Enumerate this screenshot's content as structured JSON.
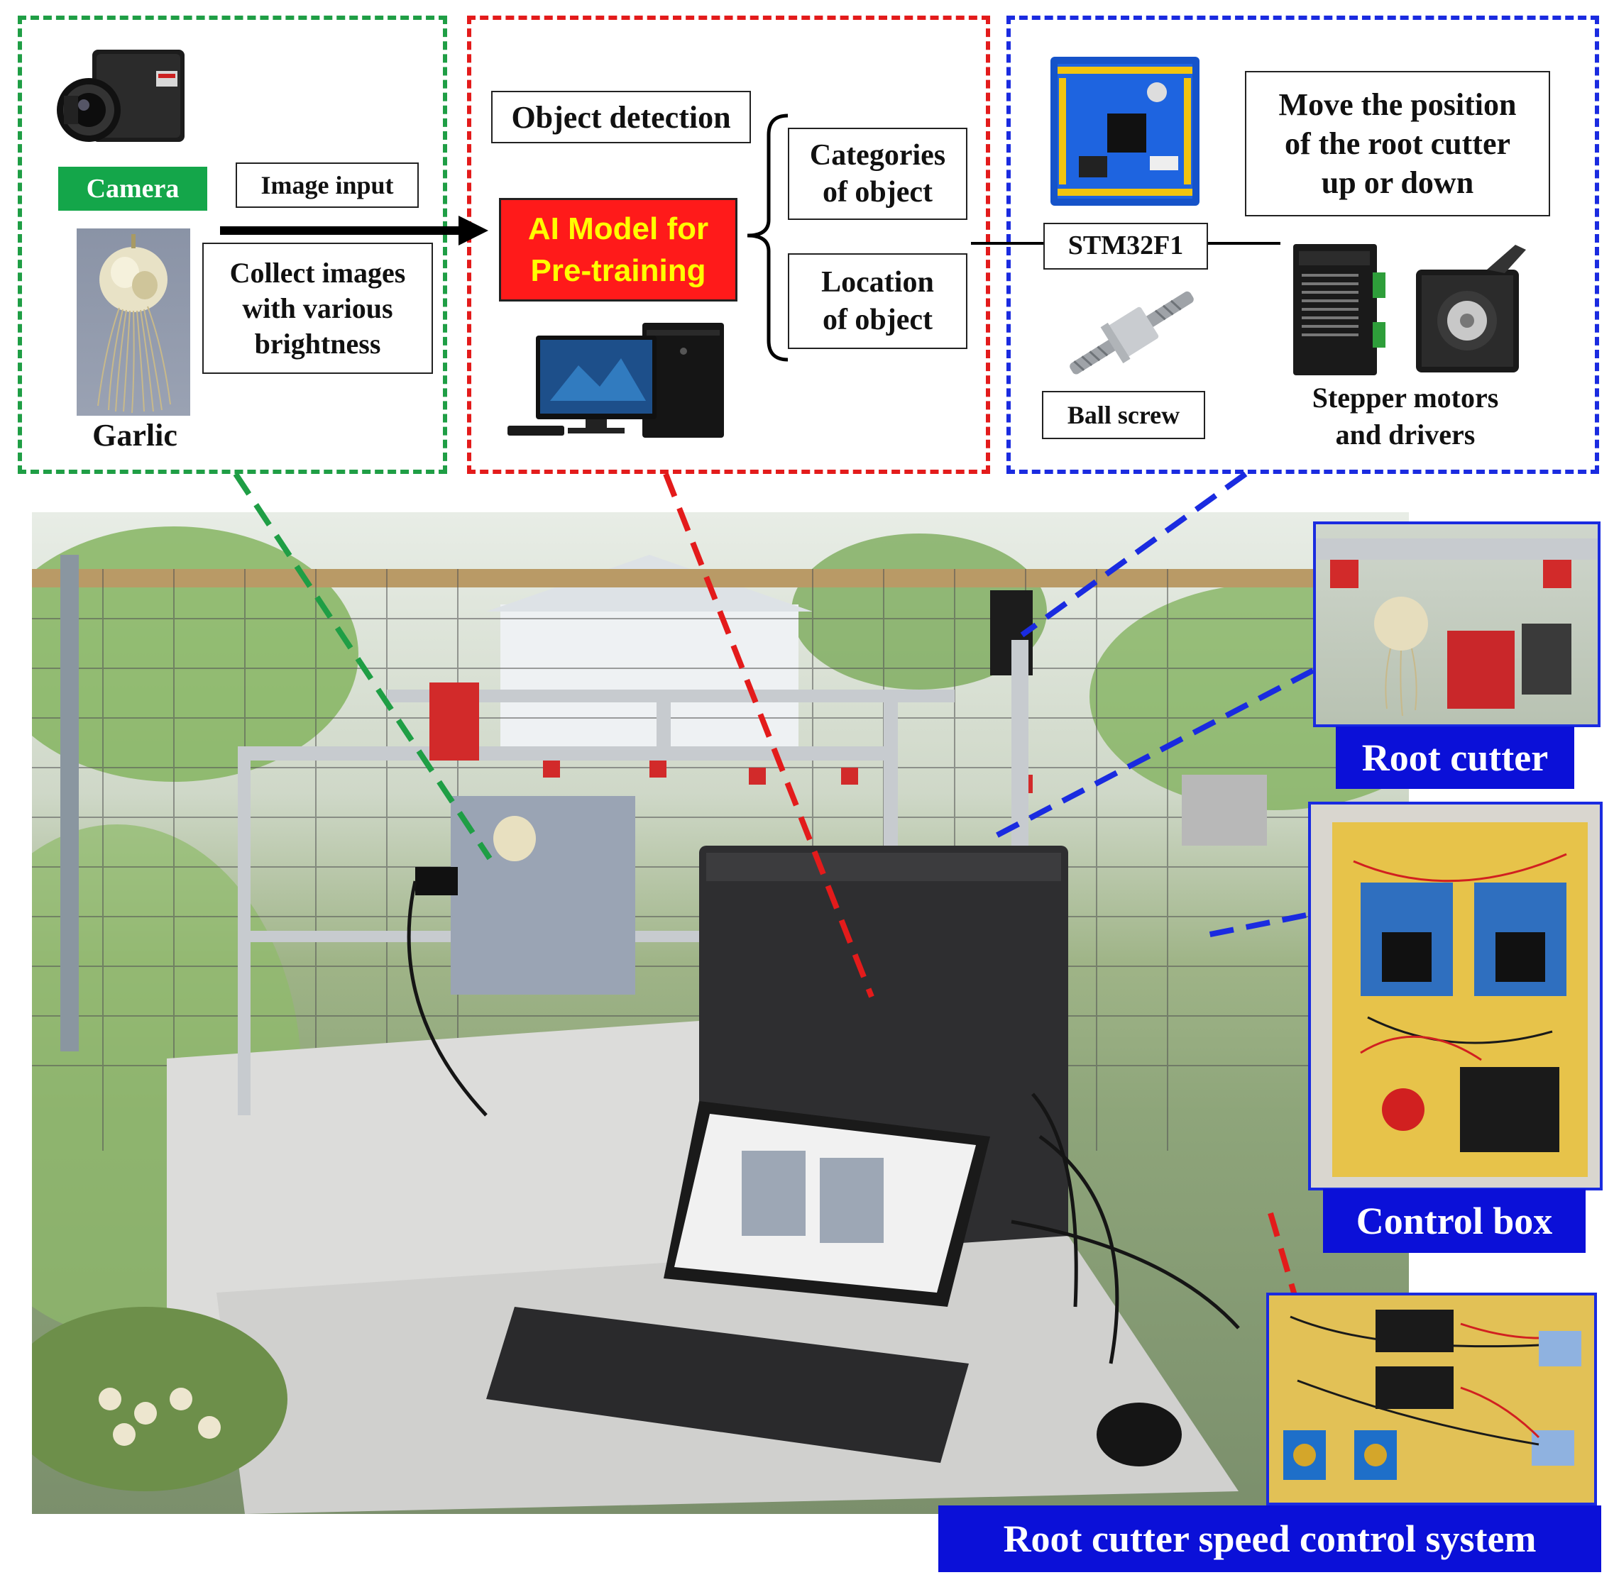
{
  "colors": {
    "green_dash": "#1f9e45",
    "red_dash": "#e31b1b",
    "blue_dash": "#1a2be0",
    "camera_label_bg": "#14a64a",
    "ai_model_bg": "#ff1a1a",
    "ai_model_text": "#ffff00",
    "blue_label_bg": "#0b10d8"
  },
  "input_panel": {
    "camera_label": "Camera",
    "image_input_label": "Image input",
    "collect_images_label": "Collect images\nwith various\nbrightness",
    "garlic_label": "Garlic",
    "icons": [
      "camera-icon",
      "garlic-photo"
    ]
  },
  "model_panel": {
    "object_detection_label": "Object detection",
    "ai_model_label": "AI Model for\nPre-training",
    "categories_label": "Categories\nof object",
    "location_label": "Location\nof object",
    "icons": [
      "computer-icon"
    ]
  },
  "control_panel": {
    "stm32_label": "STM32F1",
    "ball_screw_label": "Ball screw",
    "move_position_label": "Move the position\nof the root cutter\nup or down",
    "stepper_label": "Stepper motors\nand drivers",
    "icons": [
      "circuit-board-icon",
      "ball-screw-icon",
      "stepper-driver-icon",
      "stepper-motor-icon"
    ]
  },
  "photo_labels": {
    "root_cutter": "Root cutter",
    "control_box": "Control box",
    "speed_control": "Root cutter speed control system"
  }
}
